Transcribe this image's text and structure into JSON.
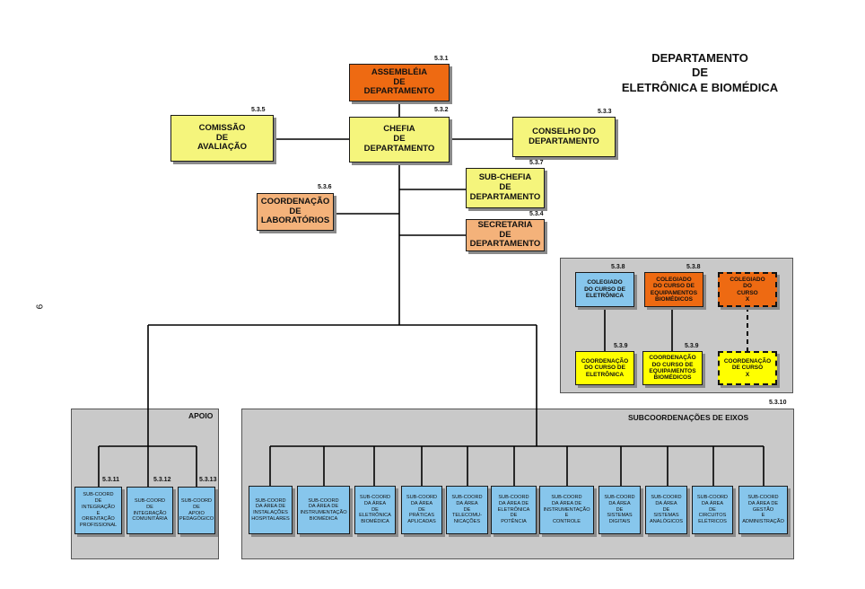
{
  "title": {
    "line1": "DEPARTAMENTO",
    "line2": "DE",
    "line3": "ELETRÔNICA E BIOMÉDICA"
  },
  "page_number": "9",
  "nodes": {
    "assembleia": {
      "label": "ASSEMBLÉIA\nDE\nDEPARTAMENTO",
      "code": "5.3.1"
    },
    "chefia": {
      "label": "CHEFIA\nDE\nDEPARTAMENTO",
      "code": "5.3.2"
    },
    "comissao": {
      "label": "COMISSÃO\nDE\nAVALIAÇÃO",
      "code": "5.3.5"
    },
    "conselho": {
      "label": "CONSELHO DO\nDEPARTAMENTO",
      "code": "5.3.3"
    },
    "subchefia": {
      "label": "SUB-CHEFIA\nDE\nDEPARTAMENTO",
      "code": "5.3.7"
    },
    "coord_lab": {
      "label": "COORDENAÇÃO\nDE\nLABORATÓRIOS",
      "code": "5.3.6"
    },
    "secretaria": {
      "label": "SECRETARIA\nDE\nDEPARTAMENTO",
      "code": "5.3.4"
    }
  },
  "colegiados": {
    "col_eletronica": {
      "label": "COLEGIADO\nDO CURSO DE\nELETRÔNICA",
      "code": "5.3.8"
    },
    "col_equip": {
      "label": "COLEGIADO\nDO CURSO DE\nEQUIPAMENTOS\nBIOMÉDICOS",
      "code": "5.3.8"
    },
    "col_x": {
      "label": "COLEGIADO\nDO\nCURSO\nX"
    },
    "coord_eletronica": {
      "label": "COORDENAÇÃO\nDO CURSO DE\nELETRÔNICA",
      "code": "5.3.9"
    },
    "coord_equip": {
      "label": "COORDENAÇÃO\nDO CURSO DE\nEQUIPAMENTOS\nBIOMÉDICOS",
      "code": "5.3.9"
    },
    "coord_x": {
      "label": "COORDENAÇÃO\nDE CURSO\nX"
    }
  },
  "apoio": {
    "title": "APOIO",
    "items": [
      {
        "label": "SUB-COORD\nDE\nINTEGRAÇÃO\nE\nORIENTAÇÃO\nPROFISSIONAL",
        "code": "5.3.11"
      },
      {
        "label": "SUB-COORD\nDE\nINTEGRAÇÃO\nCOMUNITÁRIA",
        "code": "5.3.12"
      },
      {
        "label": "SUB-COORD\nDE\nAPOIO\nPEDAGÓGICO",
        "code": "5.3.13"
      }
    ]
  },
  "eixos": {
    "title": "SUBCOORDENAÇÕES DE EIXOS",
    "code": "5.3.10",
    "items": [
      {
        "label": "SUB-COORD\nDA ÁREA DE\nINSTALAÇÕES\nHOSPITALARES"
      },
      {
        "label": "SUB-COORD\nDA ÁREA DE\nINSTRUMENTAÇÃO\nBIOMÉDICA"
      },
      {
        "label": "SUB-COORD\nDA ÁREA\nDE\nELETRÔNICA\nBIOMÉDICA"
      },
      {
        "label": "SUB-COORD\nDA ÁREA\nDE\nPRÁTICAS\nAPLICADAS"
      },
      {
        "label": "SUB-COORD\nDA ÁREA\nDE\nTELECOMU-\nNICAÇÕES"
      },
      {
        "label": "SUB-COORD\nDA ÁREA DE\nELETRÔNICA\nDE\nPOTÊNCIA"
      },
      {
        "label": "SUB-COORD\nDA ÁREA DE\nINSTRUMENTAÇÃO\nE\nCONTROLE"
      },
      {
        "label": "SUB-COORD\nDA ÁREA\nDE\nSISTEMAS\nDIGITAIS"
      },
      {
        "label": "SUB-COORD\nDA ÁREA\nDE\nSISTEMAS\nANALÓGICOS"
      },
      {
        "label": "SUB-COORD\nDA ÁREA\nDE\nCIRCUITOS\nELÉTRICOS"
      },
      {
        "label": "SUB-COORD\nDA ÁREA DE\nGESTÃO\nE\nADMINISTRAÇÃO"
      }
    ]
  },
  "colors": {
    "yellow": "#f5f57c",
    "orange": "#ee6a12",
    "peach": "#f4b27a",
    "blue": "#87c6ec",
    "bright_yellow": "#ffff00",
    "panel_gray": "#c9c9c9"
  }
}
